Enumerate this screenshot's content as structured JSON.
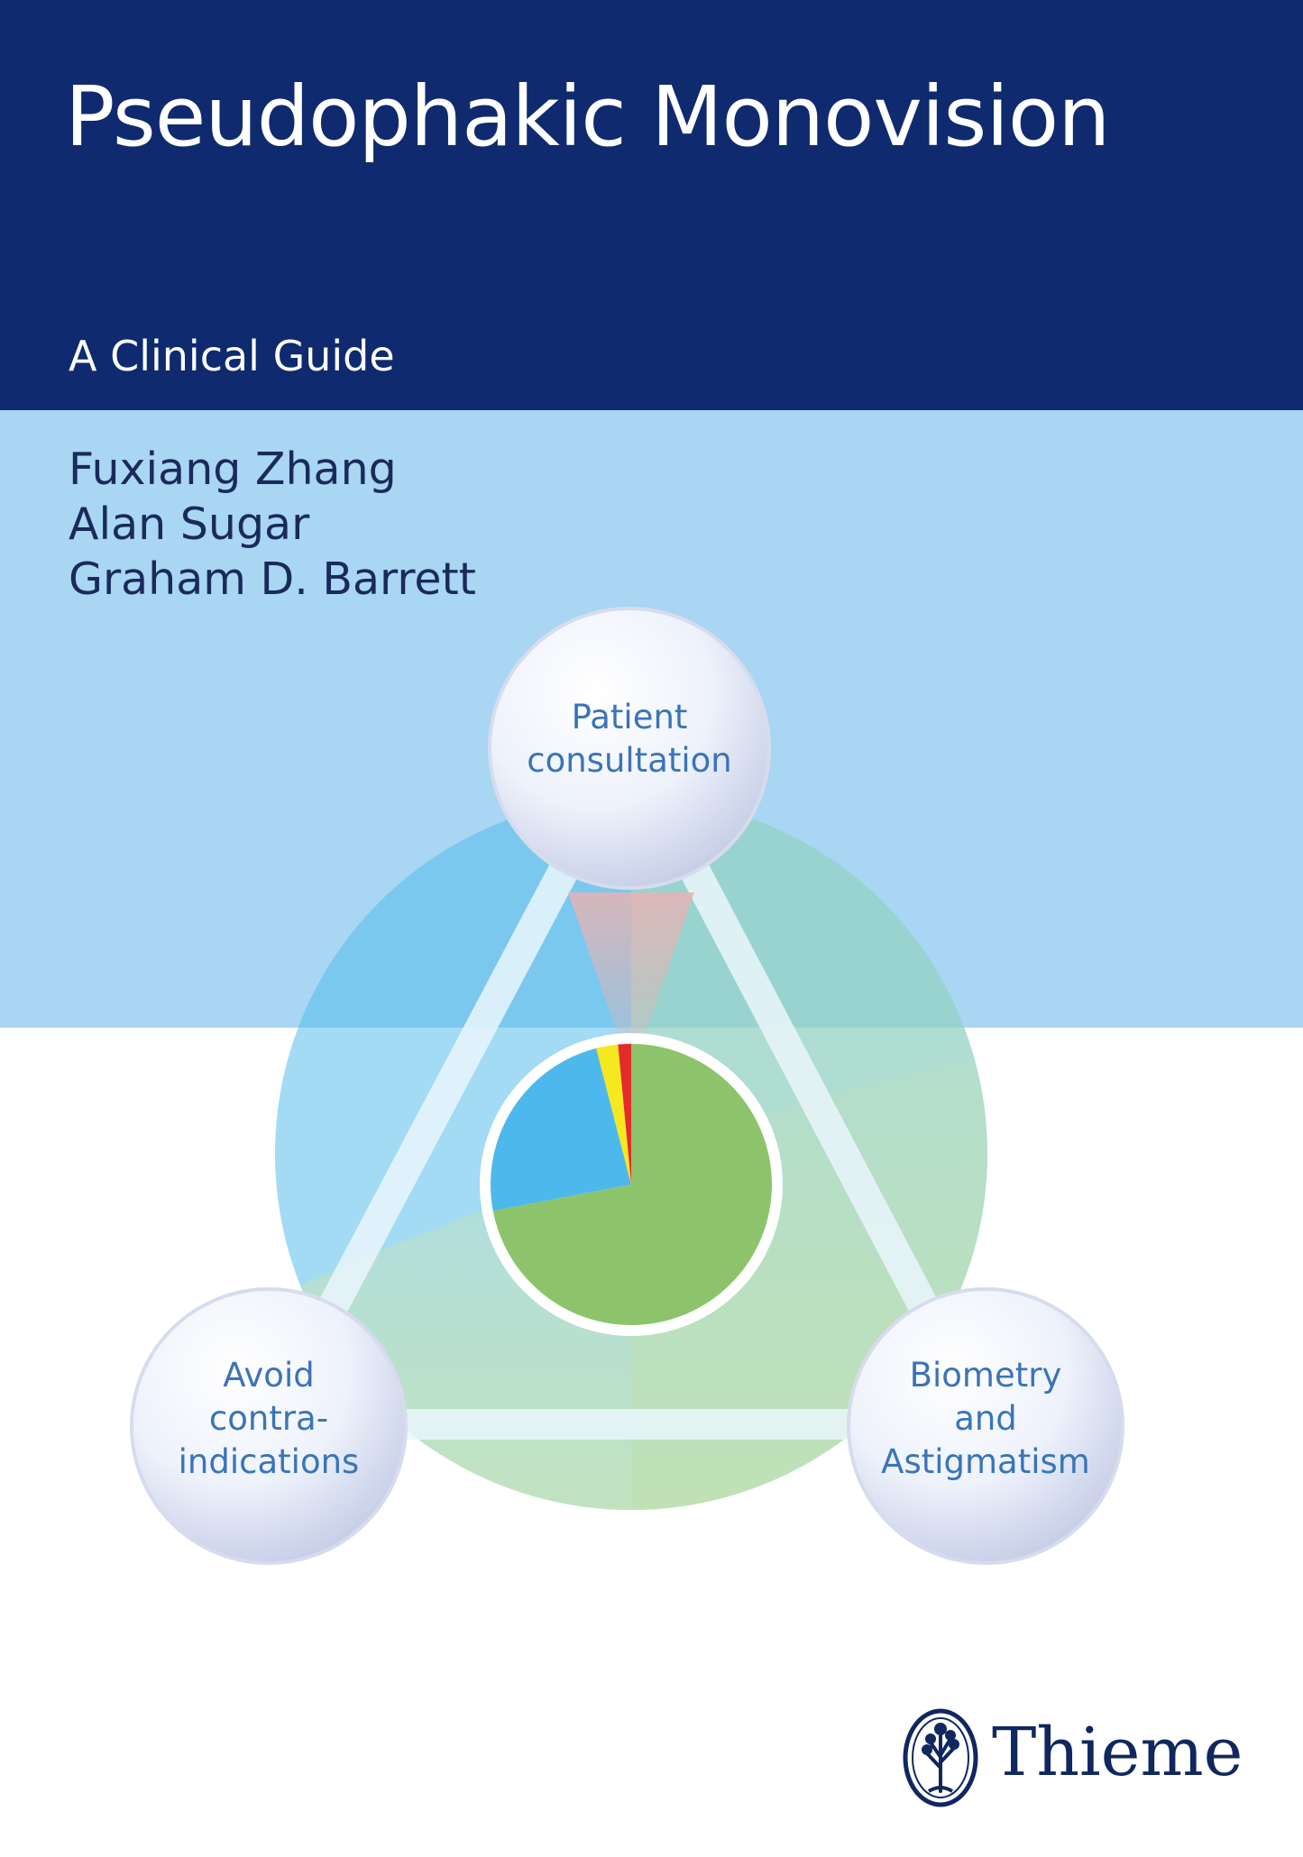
{
  "book": {
    "title": "Pseudophakic Monovision",
    "subtitle": "A Clinical Guide",
    "authors": [
      "Fuxiang Zhang",
      "Alan Sugar",
      "Graham D. Barrett"
    ],
    "publisher": "Thieme"
  },
  "diagram": {
    "nodes": [
      {
        "lines": [
          "Patient",
          "consultation"
        ]
      },
      {
        "lines": [
          "Avoid",
          "contra-",
          "indications"
        ]
      },
      {
        "lines": [
          "Biometry",
          "and",
          "Astigmatism"
        ]
      }
    ],
    "pie": [
      {
        "fraction": 0.72,
        "color": "#8dc46b"
      },
      {
        "fraction": 0.24,
        "color": "#4db8ec"
      },
      {
        "fraction": 0.025,
        "color": "#f6e81e"
      },
      {
        "fraction": 0.015,
        "color": "#e32b2b"
      }
    ]
  },
  "colors": {
    "header": "#0f2a6e",
    "light_band": "#a8d6f3",
    "label_text": "#3a74b8",
    "publisher_text": "#10275f"
  },
  "icons": {
    "publisher": "tree-emblem-icon"
  }
}
